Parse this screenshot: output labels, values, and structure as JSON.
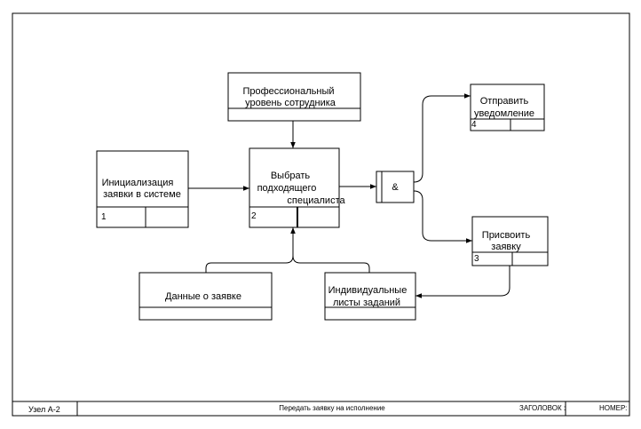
{
  "diagram": {
    "node_main": {
      "line1": "Выбрать",
      "line2": "подходящего",
      "line3": "специалиста",
      "number": "2"
    },
    "node_init": {
      "line1": "Инициализация",
      "line2": "заявки в системе",
      "number": "1"
    },
    "node_notify": {
      "line1": "Отправить",
      "line2": "уведомление",
      "number": "4"
    },
    "node_assign": {
      "line1": "Присвоить",
      "line2": "заявку",
      "number": "3"
    },
    "data_prof": {
      "line1": "Профессиональный",
      "line2": "уровень сотрудника"
    },
    "data_request": {
      "line1": "Данные о заявке"
    },
    "data_lists": {
      "line1": "Индивидуальные",
      "line2": "листы заданий"
    },
    "junction": {
      "label": "&"
    }
  },
  "footer": {
    "node_label": "Узел А-2",
    "title": "Передать заявку на исполнение",
    "heading_label": "ЗАГОЛОВОК :",
    "number_label": "НОМЕР:"
  }
}
